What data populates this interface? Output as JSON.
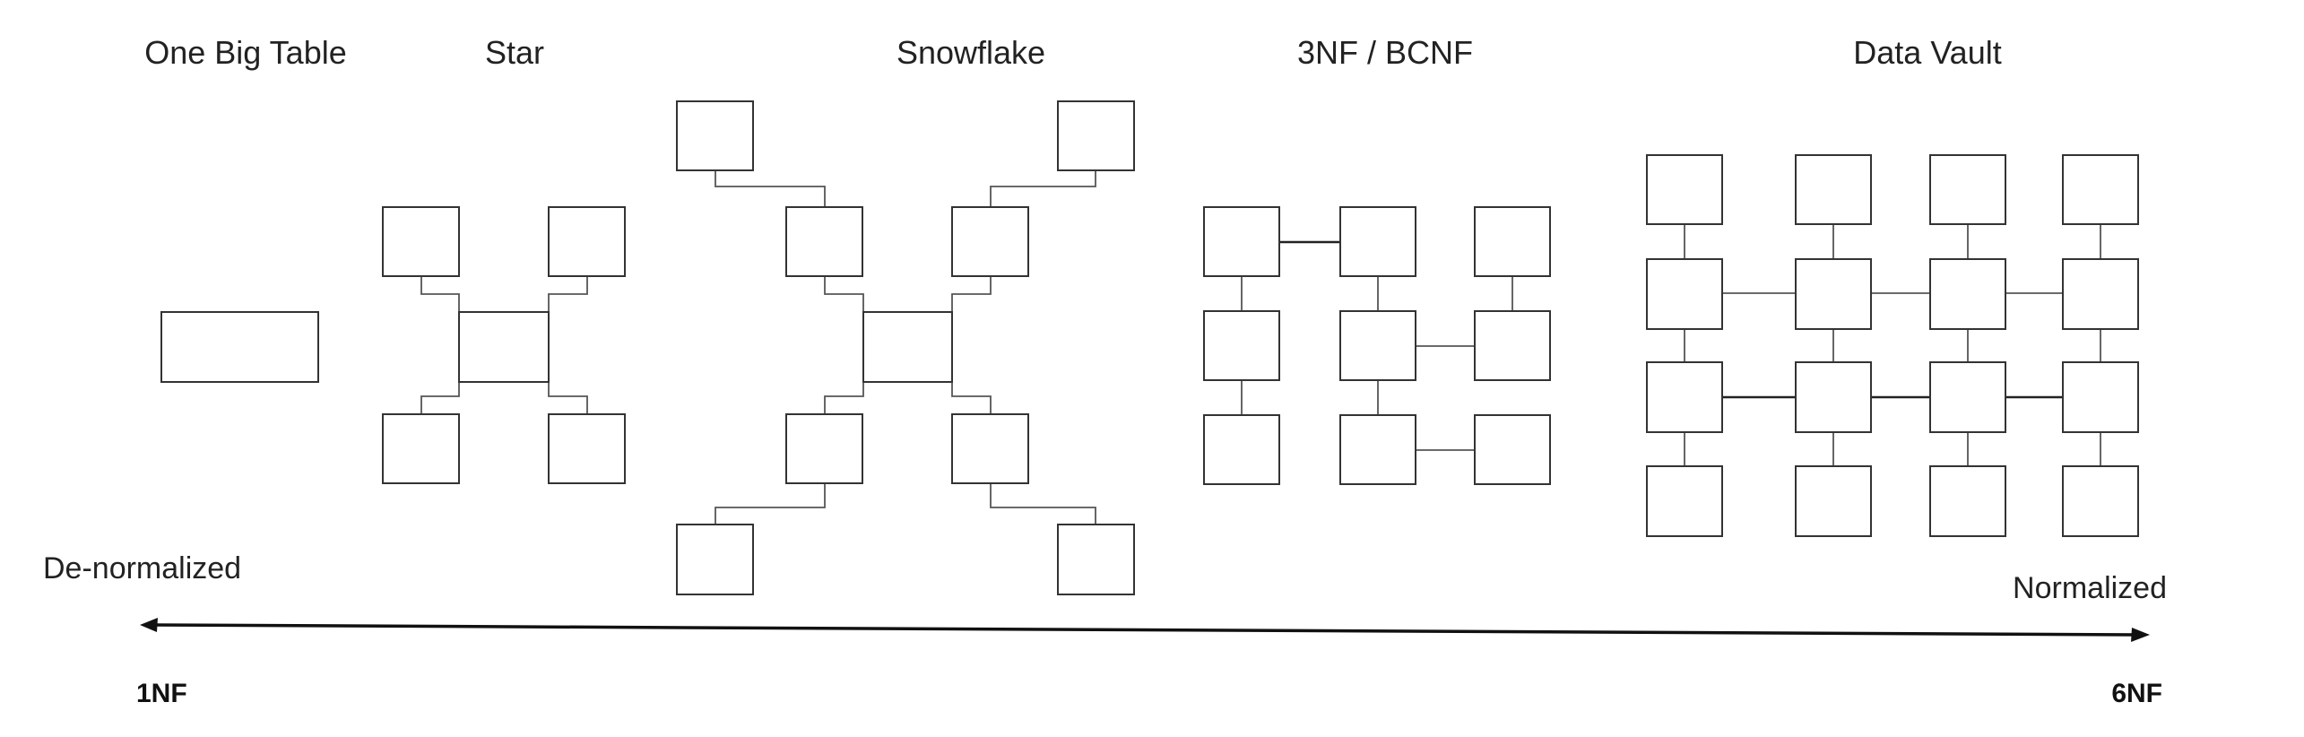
{
  "titles": {
    "one_big_table": "One Big Table",
    "star": "Star",
    "snowflake": "Snowflake",
    "third_nf": "3NF / BCNF",
    "data_vault": "Data Vault"
  },
  "axis": {
    "left_label": "De-normalized",
    "right_label": "Normalized",
    "left_nf": "1NF",
    "right_nf": "6NF"
  },
  "colors": {
    "stroke": "#333333",
    "text": "#222222",
    "axis": "#111111"
  }
}
